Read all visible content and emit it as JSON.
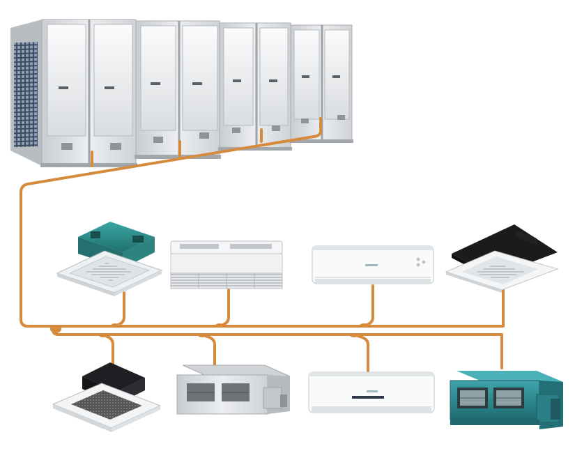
{
  "diagram": {
    "type": "vrf-air-conditioning-system",
    "outdoor_units": {
      "count": 4,
      "icon": "vrf-outdoor-unit-icon",
      "body_color": "#dfe2e5",
      "accent_color": "#1f2f46"
    },
    "pipe_color": "#d68a3c",
    "indoor_units": [
      {
        "id": "four-way-cassette-teal",
        "icon": "cassette-unit-icon",
        "row": 1
      },
      {
        "id": "ceiling-floor-unit",
        "icon": "ceiling-floor-unit-icon",
        "row": 1
      },
      {
        "id": "wall-mounted-unit-1",
        "icon": "wall-split-unit-icon",
        "row": 1
      },
      {
        "id": "one-way-cassette-black",
        "icon": "one-way-cassette-icon",
        "row": 1
      },
      {
        "id": "four-way-cassette-white",
        "icon": "cassette-unit-icon",
        "row": 2
      },
      {
        "id": "slim-duct-unit",
        "icon": "duct-unit-icon",
        "row": 2
      },
      {
        "id": "wall-mounted-unit-2",
        "icon": "wall-split-unit-icon",
        "row": 2
      },
      {
        "id": "high-static-duct-unit",
        "icon": "duct-unit-icon",
        "row": 2
      }
    ],
    "colors": {
      "teal_unit": "#2f8f8c",
      "teal_duct": "#2b8b93",
      "black_unit": "#1a1a1a",
      "white_panel": "#f4f5f6",
      "steel": "#c8cbce"
    }
  }
}
